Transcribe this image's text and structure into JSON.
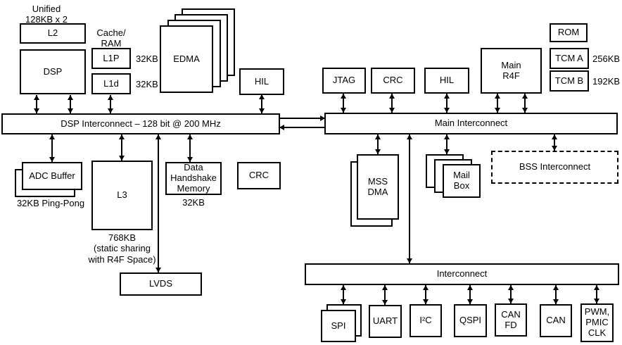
{
  "colors": {
    "stroke": "#000000",
    "background": "#ffffff",
    "text": "#000000"
  },
  "dsp": {
    "l2_caption": "Unified\n128KB x 2",
    "l2": "L2",
    "core": "DSP",
    "cache_ram_caption": "Cache/\nRAM",
    "l1p": "L1P",
    "l1p_size": "32KB",
    "l1d": "L1d",
    "l1d_size": "32KB",
    "edma": "EDMA",
    "hil": "HIL",
    "bus": "DSP Interconnect – 128 bit @ 200 MHz",
    "adc_buffer": "ADC Buffer",
    "adc_caption": "32KB Ping-Pong",
    "l3": "L3",
    "l3_caption": "768KB\n(static sharing\nwith R4F Space)",
    "handshake": "Data\nHandshake\nMemory",
    "handshake_size": "32KB",
    "crc": "CRC",
    "lvds": "LVDS"
  },
  "main": {
    "jtag": "JTAG",
    "crc": "CRC",
    "hil": "HIL",
    "r4f": "Main\nR4F",
    "rom": "ROM",
    "tcm_a": "TCM A",
    "tcm_a_size": "256KB",
    "tcm_b": "TCM B",
    "tcm_b_size": "192KB",
    "bus": "Main Interconnect",
    "mss_dma": "MSS\nDMA",
    "mailbox": "Mail\nBox",
    "bss_bus": "BSS Interconnect"
  },
  "periph": {
    "bus": "Interconnect",
    "spi": "SPI",
    "uart": "UART",
    "i2c": "I²C",
    "qspi": "QSPI",
    "can_fd": "CAN\nFD",
    "can": "CAN",
    "pwm": "PWM,\nPMIC\nCLK"
  }
}
